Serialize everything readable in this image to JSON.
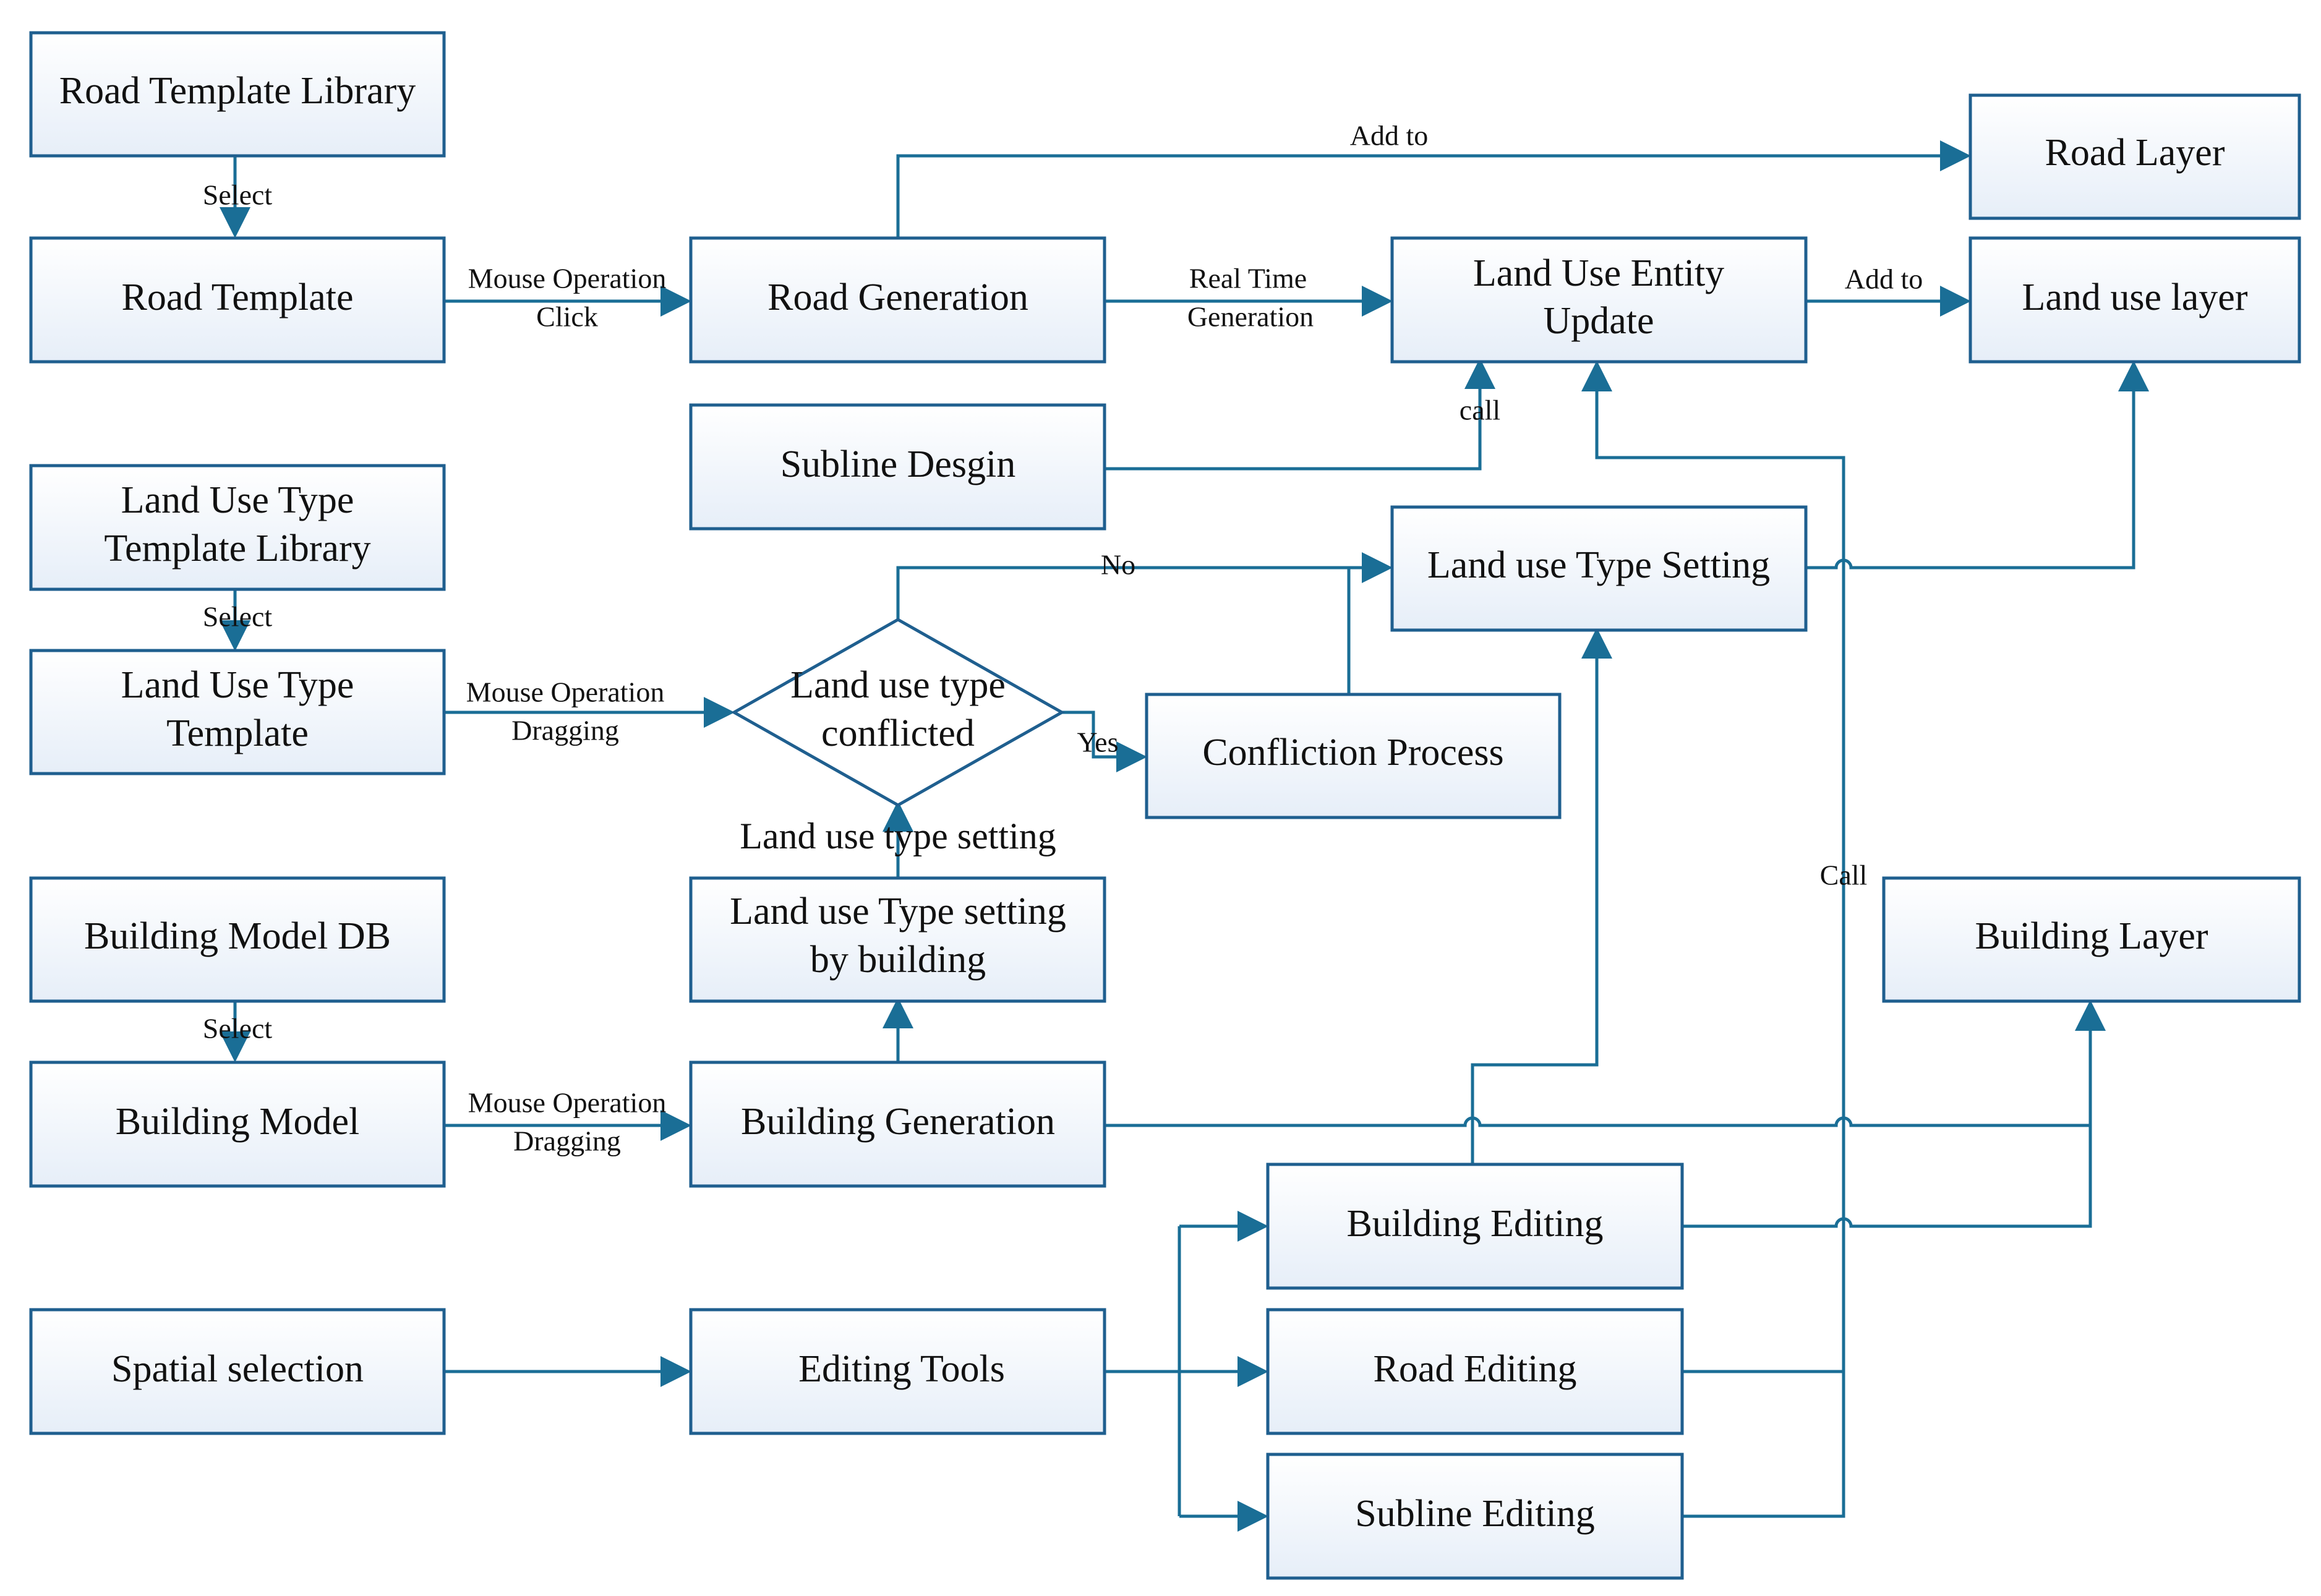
{
  "boxes": {
    "road_template_library": "Road Template Library",
    "road_template": "Road Template",
    "road_generation": "Road Generation",
    "land_use_entity_update": [
      "Land Use Entity",
      "Update"
    ],
    "road_layer": "Road Layer",
    "land_use_layer": "Land use layer",
    "subline_design": "Subline Desgin",
    "land_use_type_template_library": [
      "Land Use Type",
      "Template Library"
    ],
    "land_use_type_template": [
      "Land Use Type",
      "Template"
    ],
    "land_use_type_setting": "Land use Type Setting",
    "land_use_type_conflicted": [
      "Land use type",
      "conflicted"
    ],
    "confliction_process": "Confliction Process",
    "land_use_type_setting_by_building": [
      "Land use Type setting",
      "by building"
    ],
    "building_model_db": "Building Model DB",
    "building_model": "Building Model",
    "building_generation": "Building Generation",
    "building_layer": "Building Layer",
    "spatial_selection": "Spatial selection",
    "editing_tools": "Editing Tools",
    "building_editing": "Building Editing",
    "road_editing": "Road Editing",
    "subline_editing": "Subline Editing"
  },
  "labels": {
    "select_1": "Select",
    "select_2": "Select",
    "select_3": "Select",
    "mouse_click": [
      "Mouse Operation",
      "Click"
    ],
    "mouse_drag_1": [
      "Mouse Operation",
      "Dragging"
    ],
    "mouse_drag_2": [
      "Mouse Operation",
      "Dragging"
    ],
    "add_to_road": "Add to",
    "add_to_land": "Add to",
    "real_time": [
      "Real Time",
      "Generation"
    ],
    "call_lower": "call",
    "call_upper": "Call",
    "no": "No",
    "yes": "Yes",
    "land_use_type_setting_caption": "Land use type setting"
  },
  "colors": {
    "line": "#1a6e96",
    "box_border": "#1f5f8f",
    "box_fill_top": "#ffffff",
    "box_fill_bottom": "#e6eef8"
  }
}
